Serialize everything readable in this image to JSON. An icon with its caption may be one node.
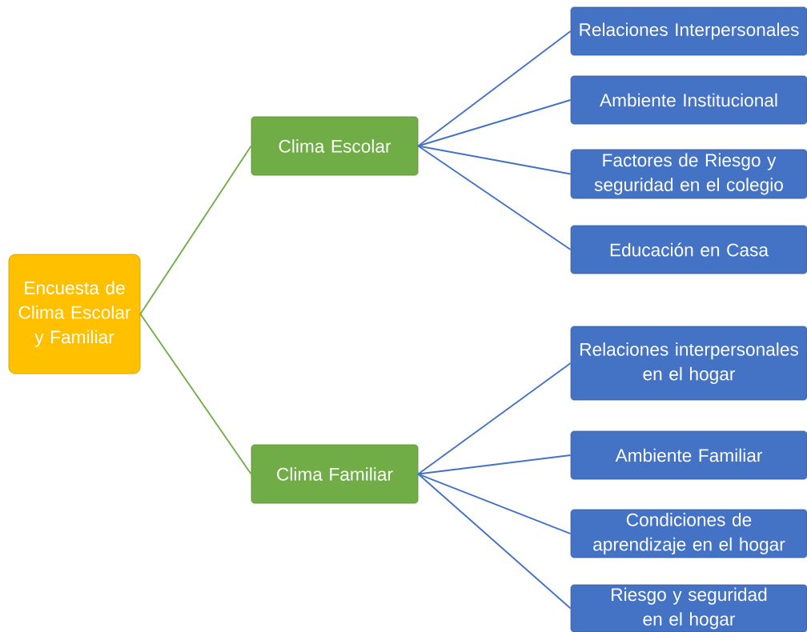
{
  "diagram": {
    "nodes": [
      {
        "text": [
          "Encuesta de Clima Escolar y Familiar"
        ]
      },
      {
        "text": [
          "Clima Escolar"
        ]
      },
      {
        "text": [
          "Clima Familiar"
        ]
      },
      {
        "text": [
          "Relaciones Interpersonales"
        ]
      },
      {
        "text": [
          "Ambiente Institucional"
        ]
      },
      {
        "text": [
          "Factores de Riesgo y seguridad en el colegio"
        ]
      },
      {
        "text": [
          "Educación en Casa"
        ]
      },
      {
        "text": [
          "Relaciones interpersonales en el hogar"
        ]
      },
      {
        "text": [
          "Ambiente Familiar"
        ]
      },
      {
        "text": [
          "Condiciones de aprendizaje en el hogar"
        ]
      },
      {
        "text": [
          "Riesgo y seguridad en el hogar"
        ]
      }
    ],
    "edges": [
      {
        "from": 0,
        "to": 1,
        "arrow": "none",
        "color": "#70ad47"
      },
      {
        "from": 0,
        "to": 2,
        "arrow": "none",
        "color": "#70ad47"
      },
      {
        "from": 1,
        "to": 3,
        "arrow": "none"
      },
      {
        "from": 1,
        "to": 4,
        "arrow": "none"
      },
      {
        "from": 1,
        "to": 5,
        "arrow": "none"
      },
      {
        "from": 1,
        "to": 6,
        "arrow": "none"
      },
      {
        "from": 2,
        "to": 7,
        "arrow": "none"
      },
      {
        "from": 2,
        "to": 8,
        "arrow": "none"
      },
      {
        "from": 2,
        "to": 9,
        "arrow": "none"
      },
      {
        "from": 2,
        "to": 10,
        "arrow": "none"
      }
    ]
  }
}
